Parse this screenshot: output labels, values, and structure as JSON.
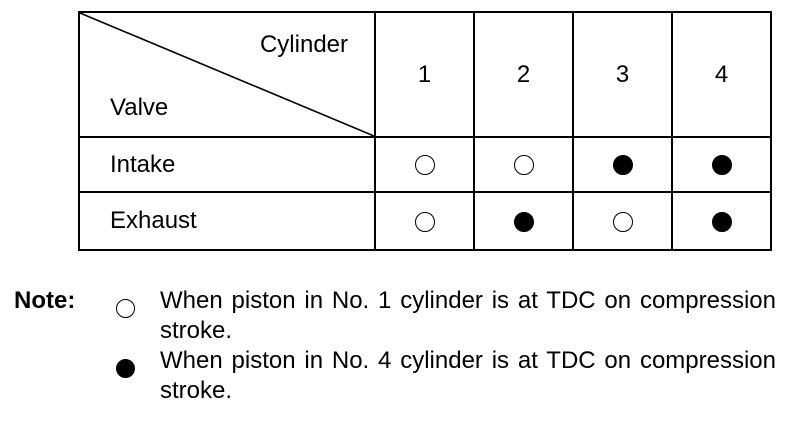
{
  "table": {
    "corner_top_label": "Cylinder",
    "corner_bottom_label": "Valve",
    "cylinders": [
      "1",
      "2",
      "3",
      "4"
    ],
    "rows": [
      {
        "label": "Intake",
        "states": [
          "open",
          "open",
          "filled",
          "filled"
        ]
      },
      {
        "label": "Exhaust",
        "states": [
          "open",
          "filled",
          "open",
          "filled"
        ]
      }
    ]
  },
  "notes": {
    "label": "Note:",
    "items": [
      {
        "symbol": "open",
        "text": "When piston in No. 1 cylinder is at TDC on compression stroke."
      },
      {
        "symbol": "filled",
        "text": "When piston in No. 4 cylinder is at TDC on compression stroke."
      }
    ]
  }
}
